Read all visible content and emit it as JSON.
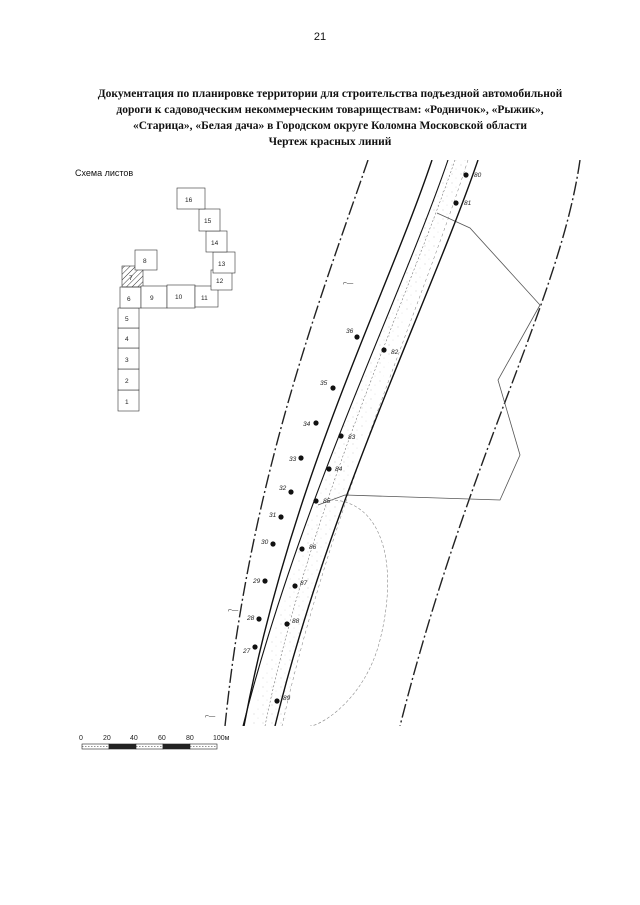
{
  "page_number": "21",
  "title": {
    "line1": "Документация по планировке территории для строительства подъездной автомобильной",
    "line2": "дороги к садоводческим некоммерческим товариществам: «Родничок», «Рыжик»,",
    "line3": "«Старица», «Белая дача» в Городском округе Коломна Московской области",
    "line4": "Чертеж красных линий"
  },
  "sheets_scheme": {
    "label": "Схема листов",
    "sheets": [
      "1",
      "2",
      "3",
      "4",
      "5",
      "6",
      "7",
      "8",
      "9",
      "10",
      "11",
      "12",
      "13",
      "14",
      "15",
      "16"
    ]
  },
  "points": {
    "left_line": [
      "27",
      "28",
      "29",
      "30",
      "31",
      "32",
      "33",
      "34",
      "35",
      "36"
    ],
    "right_line": [
      "80",
      "81",
      "82",
      "83",
      "84",
      "85",
      "86",
      "87",
      "88",
      "89"
    ]
  },
  "scale_bar": {
    "ticks": [
      "0",
      "20",
      "40",
      "60",
      "80",
      "100м"
    ]
  }
}
